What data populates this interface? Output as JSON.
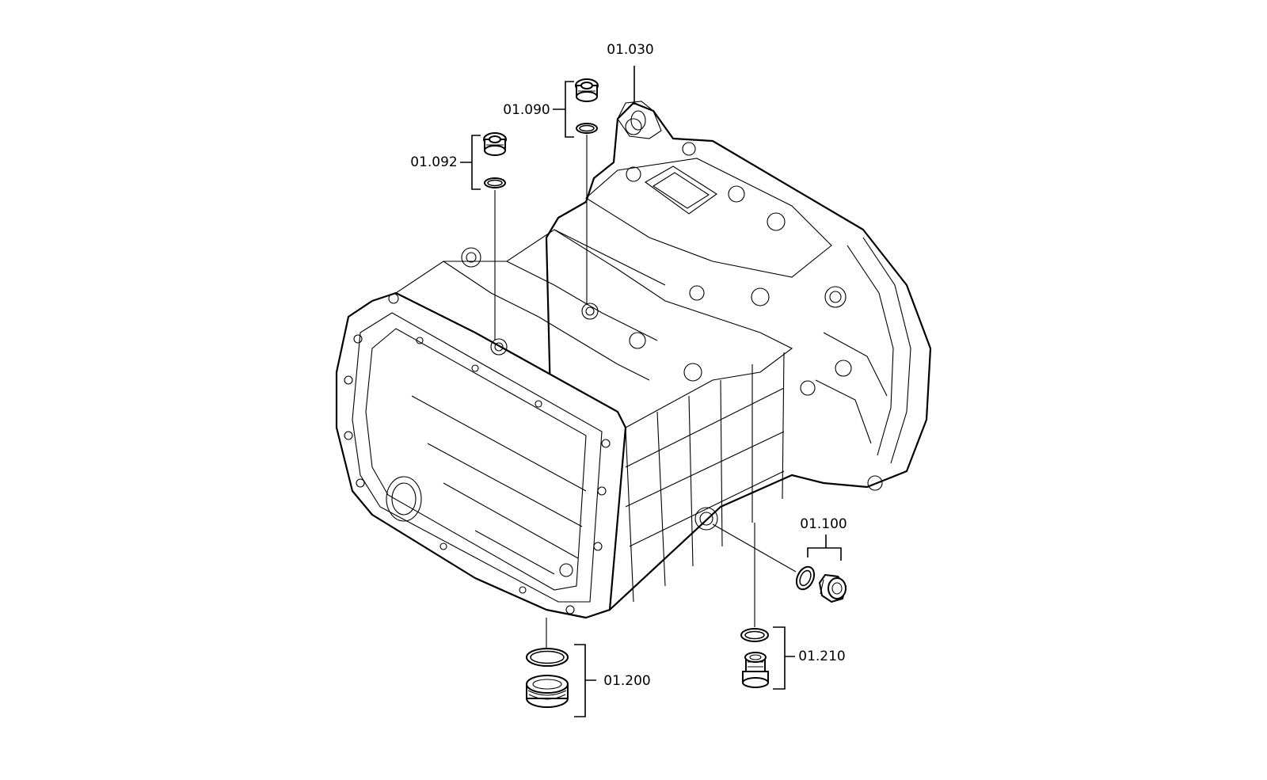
{
  "callouts": {
    "c030": "01.030",
    "c090": "01.090",
    "c092": "01.092",
    "c100": "01.100",
    "c200": "01.200",
    "c210": "01.210"
  }
}
